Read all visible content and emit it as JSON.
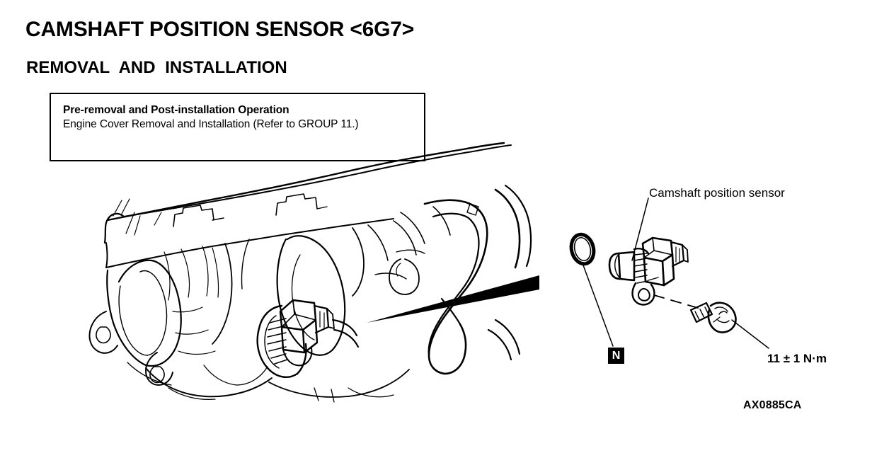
{
  "document": {
    "title": "CAMSHAFT POSITION SENSOR <6G7>",
    "subtitle": "REMOVAL  AND  INSTALLATION",
    "figure_id": "AX0885CA"
  },
  "operation_note": {
    "heading": "Pre-removal and Post-installation Operation",
    "body": "Engine Cover Removal and Installation (Refer to GROUP 11.)"
  },
  "exploded_view": {
    "callout_label": "Camshaft position sensor",
    "torque_spec": "11 ± 1 N·m",
    "oil_symbol": "N"
  },
  "colors": {
    "ink": "#000000",
    "paper": "#ffffff"
  }
}
